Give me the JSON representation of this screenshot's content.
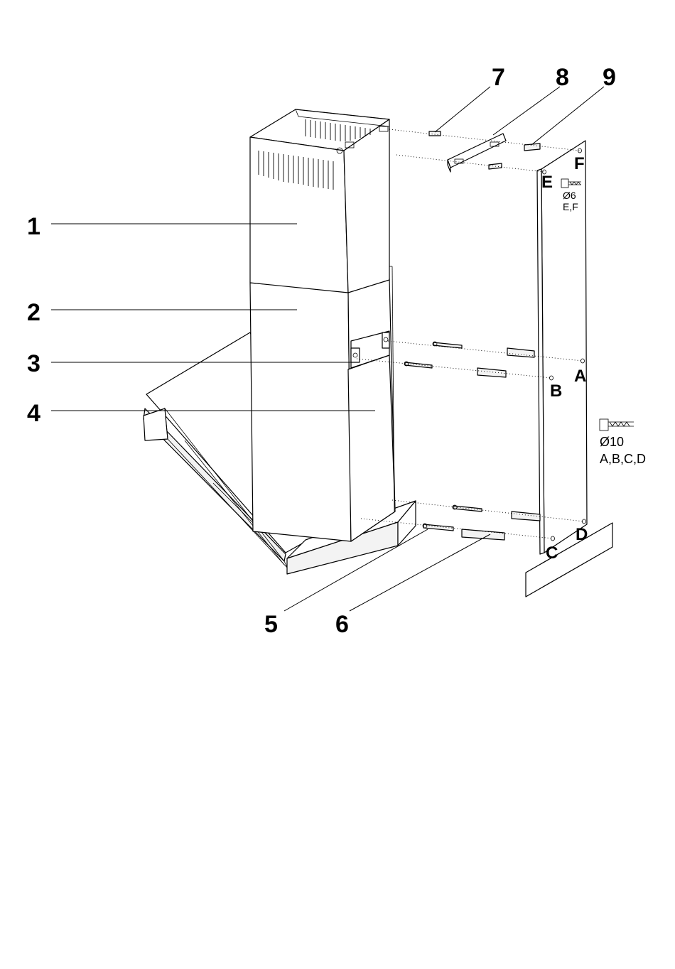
{
  "callouts": [
    {
      "id": "1",
      "label": "1"
    },
    {
      "id": "2",
      "label": "2"
    },
    {
      "id": "3",
      "label": "3"
    },
    {
      "id": "4",
      "label": "4"
    },
    {
      "id": "5",
      "label": "5"
    },
    {
      "id": "6",
      "label": "6"
    },
    {
      "id": "7",
      "label": "7"
    },
    {
      "id": "8",
      "label": "8"
    },
    {
      "id": "9",
      "label": "9"
    }
  ],
  "wall_points": {
    "a": "A",
    "b": "B",
    "c": "C",
    "d": "D",
    "e": "E",
    "f": "F"
  },
  "drill_notes": {
    "small_diameter": "Ø6",
    "small_points": "E,F",
    "large_diameter": "Ø10",
    "large_points": "A,B,C,D"
  }
}
